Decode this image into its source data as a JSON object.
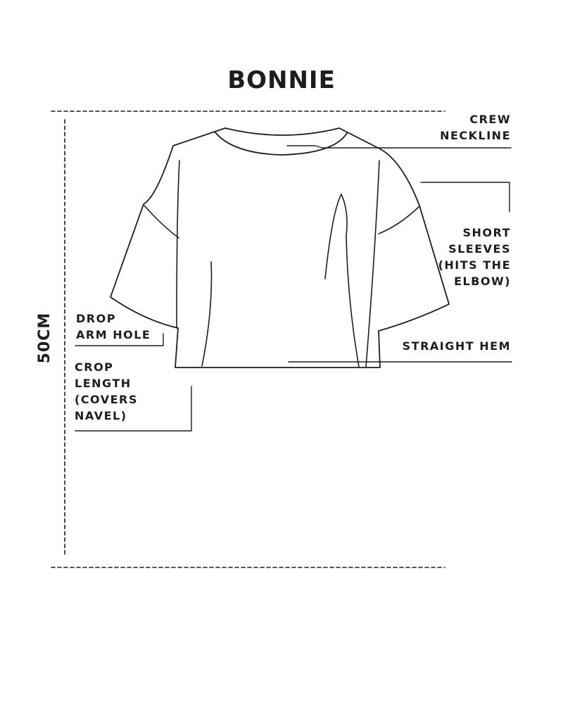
{
  "title": "BONNIE",
  "measurement": "50CM",
  "labels": {
    "crew_neckline": "CREW\nNECKLINE",
    "short_sleeves": "SHORT\nSLEEVES\n(HITS THE\nELBOW)",
    "drop_arm_hole": "DROP\nARM HOLE",
    "crop_length": "CROP\nLENGTH\n(COVERS\nNAVEL)",
    "straight_hem": "STRAIGHT HEM"
  },
  "colors": {
    "ink": "#1d1d1b",
    "background": "#ffffff"
  }
}
